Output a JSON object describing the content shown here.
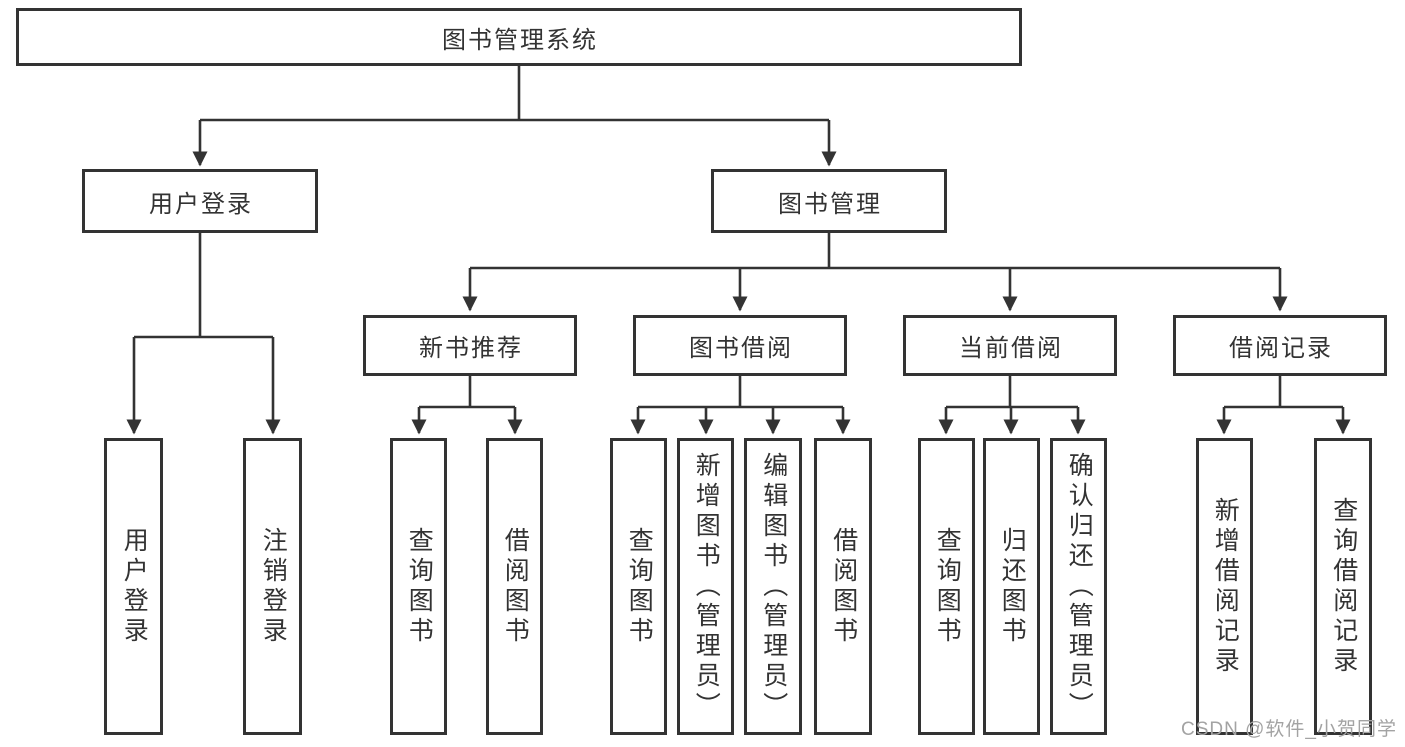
{
  "diagram": {
    "root": "图书管理系统",
    "user_login": "用户登录",
    "book_mgmt": "图书管理",
    "new_book": "新书推荐",
    "book_borrow": "图书借阅",
    "current_borrow": "当前借阅",
    "borrow_record": "借阅记录",
    "leaf_user_login": "用户登录",
    "leaf_logout": "注销登录",
    "leaf_nb_query": "查询图书",
    "leaf_nb_borrow": "借阅图书",
    "leaf_bb_query": "查询图书",
    "leaf_bb_add": "新增图书（管理员）",
    "leaf_bb_edit": "编辑图书（管理员）",
    "leaf_bb_borrow": "借阅图书",
    "leaf_cb_query": "查询图书",
    "leaf_cb_return": "归还图书",
    "leaf_cb_confirm": "确认归还（管理员）",
    "leaf_br_add": "新增借阅记录",
    "leaf_br_query": "查询借阅记录"
  },
  "watermark": "CSDN @软件_小贺同学",
  "colors": {
    "line": "#333333",
    "box_border": "#333333",
    "text": "#333333",
    "watermark": "#a3a3a3",
    "background": "#ffffff"
  }
}
